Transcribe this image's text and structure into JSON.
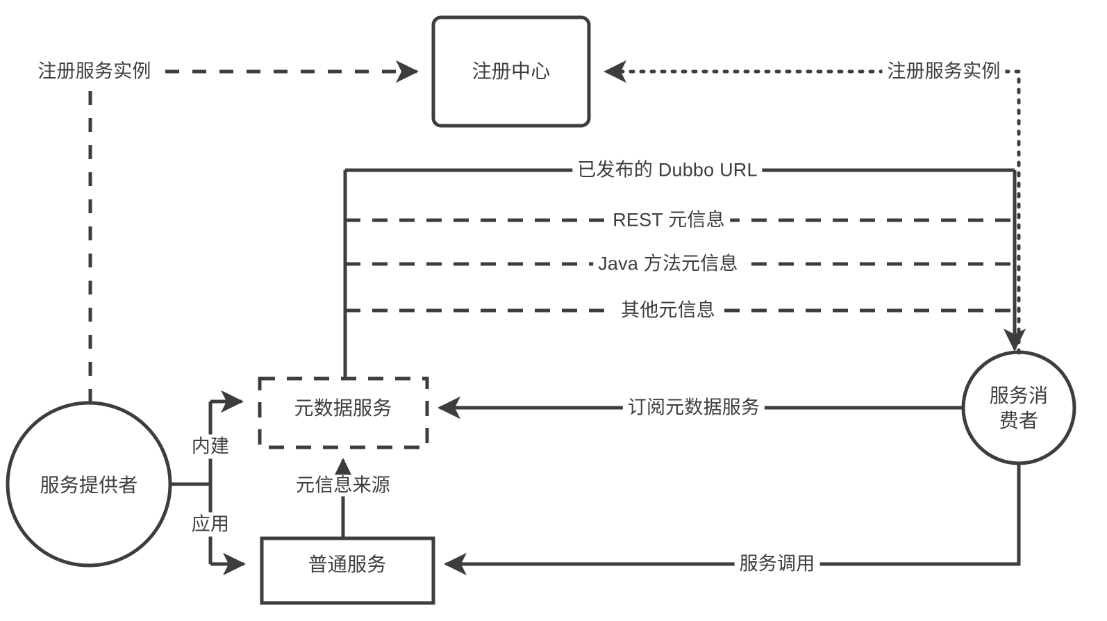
{
  "diagram": {
    "type": "architecture-flow",
    "title_visible": false,
    "colors": {
      "stroke": "#3d3d3d",
      "text": "#3d3d3d",
      "background": "#ffffff"
    },
    "nodes": [
      {
        "id": "registry",
        "label": "注册中心",
        "shape": "rounded-rect",
        "style": "solid"
      },
      {
        "id": "provider",
        "label": "服务提供者",
        "shape": "circle",
        "style": "solid"
      },
      {
        "id": "consumer",
        "label": "服务消\n费者",
        "label_line1": "服务消",
        "label_line2": "费者",
        "shape": "circle",
        "style": "solid"
      },
      {
        "id": "metadata-service",
        "label": "元数据服务",
        "shape": "rect",
        "style": "dashed"
      },
      {
        "id": "normal-service",
        "label": "普通服务",
        "shape": "rect",
        "style": "solid"
      }
    ],
    "edges": [
      {
        "id": "e1",
        "from": "provider",
        "to": "registry",
        "label": "注册服务实例",
        "style": "dashed"
      },
      {
        "id": "e2",
        "from": "consumer",
        "to": "registry",
        "label": "注册服务实例",
        "style": "dotted"
      },
      {
        "id": "e3",
        "from": "metadata-service",
        "to": "consumer",
        "label": "已发布的 Dubbo URL",
        "style": "solid"
      },
      {
        "id": "e4",
        "from": "metadata-service",
        "to": "consumer",
        "label": "REST 元信息",
        "style": "dashed"
      },
      {
        "id": "e5",
        "from": "metadata-service",
        "to": "consumer",
        "label": "Java 方法元信息",
        "style": "dashed"
      },
      {
        "id": "e6",
        "from": "metadata-service",
        "to": "consumer",
        "label": "其他元信息",
        "style": "dashed"
      },
      {
        "id": "e7",
        "from": "consumer",
        "to": "metadata-service",
        "label": "订阅元数据服务",
        "style": "solid"
      },
      {
        "id": "e8",
        "from": "consumer",
        "to": "normal-service",
        "label": "服务调用",
        "style": "solid"
      },
      {
        "id": "e9",
        "from": "normal-service",
        "to": "metadata-service",
        "label": "元信息来源",
        "style": "solid"
      },
      {
        "id": "e10",
        "from": "provider",
        "to": "metadata-service",
        "label": "内建",
        "style": "solid"
      },
      {
        "id": "e11",
        "from": "provider",
        "to": "normal-service",
        "label": "应用",
        "style": "solid"
      }
    ],
    "labels": {
      "registry": "注册中心",
      "provider": "服务提供者",
      "consumer_l1": "服务消",
      "consumer_l2": "费者",
      "metadata_service": "元数据服务",
      "normal_service": "普通服务",
      "register_instance_left": "注册服务实例",
      "register_instance_right": "注册服务实例",
      "published_dubbo_url": "已发布的 Dubbo URL",
      "rest_meta": "REST 元信息",
      "java_method_meta": "Java 方法元信息",
      "other_meta": "其他元信息",
      "subscribe_metadata": "订阅元数据服务",
      "service_invocation": "服务调用",
      "meta_source": "元信息来源",
      "builtin": "内建",
      "application": "应用"
    }
  }
}
